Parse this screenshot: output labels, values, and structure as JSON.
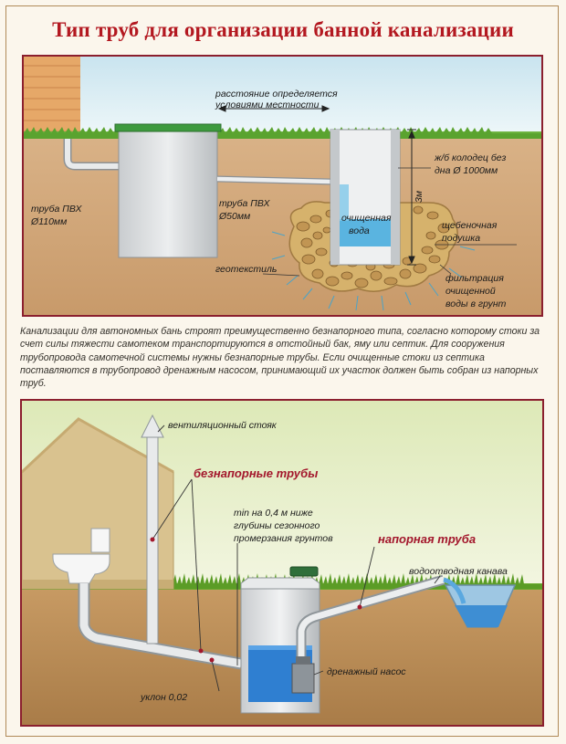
{
  "title": "Тип труб для организации банной канализации",
  "top_diagram": {
    "distance_line1": "расстояние определяется",
    "distance_line2": "условиями местности",
    "pipe110_line1": "труба ПВХ",
    "pipe110_line2": "Ø110мм",
    "pipe50_line1": "труба ПВХ",
    "pipe50_line2": "Ø50мм",
    "well_line1": "ж/б колодец без",
    "well_line2": "дна Ø 1000мм",
    "depth": "3м",
    "clean_water_line1": "очищенная",
    "clean_water_line2": "вода",
    "gravel_line1": "щебеночная",
    "gravel_line2": "подушка",
    "geotextile": "геотекстиль",
    "filtration_line1": "фильтрация",
    "filtration_line2": "очищенной",
    "filtration_line3": "воды в грунт"
  },
  "description": "Канализации для автономных бань строят преимущественно безнапорного типа, согласно которому стоки за счет силы тяжести самотеком транспортируются в отстойный бак, яму или септик. Для сооружения трубопровода самотечной системы нужны безнапорные трубы. Если очищенные стоки из септика поставляются в трубопровод дренажным насосом, принимающий их участок должен быть собран из напорных труб.",
  "bottom_diagram": {
    "vent_stack": "вентиляционный стояк",
    "gravity_pipes": "безнапорные трубы",
    "min_depth_line1": "min на 0,4 м ниже",
    "min_depth_line2": "глубины сезонного",
    "min_depth_line3": "промерзания грунтов",
    "pressure_pipe": "напорная труба",
    "ditch": "водоотводная канава",
    "pump": "дренажный насос",
    "slope": "уклон 0,02"
  },
  "colors": {
    "title": "#b31820",
    "frame": "#8b1f2e",
    "red_label": "#a3172c",
    "sky": "#d6ecf4",
    "grass": "#6db33f",
    "soil": "#cda376",
    "bottom_sky": "#e9f1cf",
    "bottom_soil": "#b98a55"
  }
}
